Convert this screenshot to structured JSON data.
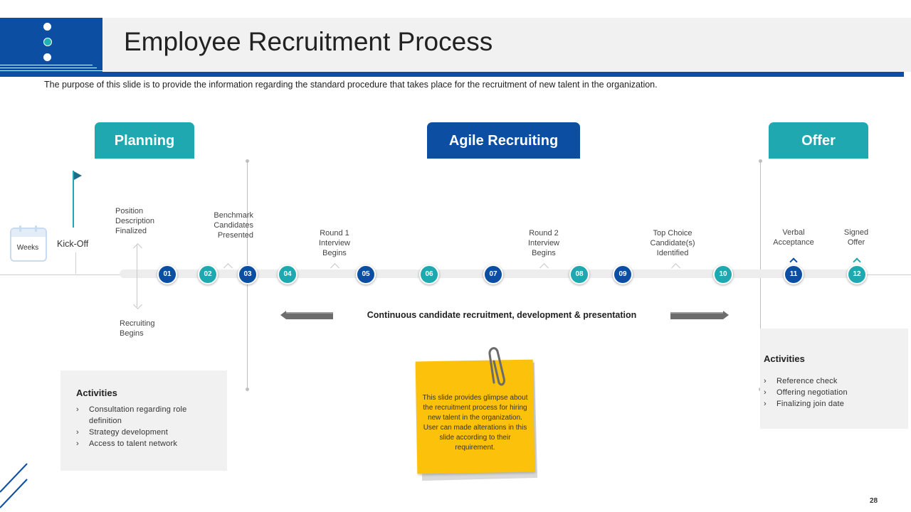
{
  "header": {
    "title": "Employee Recruitment Process",
    "subtitle": "The purpose of this slide is to provide the information regarding the standard procedure that takes place for the recruitment of new talent in the organization."
  },
  "phases": {
    "planning": "Planning",
    "agile": "Agile Recruiting",
    "offer": "Offer"
  },
  "start": {
    "calendar_label": "Weeks",
    "kickoff_label": "Kick-Off"
  },
  "nodes": [
    "01",
    "02",
    "03",
    "04",
    "05",
    "06",
    "07",
    "08",
    "09",
    "10",
    "11",
    "12"
  ],
  "milestones": {
    "position_description": "Position\nDescription\nFinalized",
    "recruiting_begins": "Recruiting\nBegins",
    "benchmark": "Benchmark\nCandidates\nPresented",
    "round1": "Round 1\nInterview\nBegins",
    "round2": "Round 2\nInterview\nBegins",
    "top_choice": "Top Choice\nCandidate(s)\nIdentified",
    "verbal": "Verbal\nAcceptance",
    "signed": "Signed\nOffer"
  },
  "continuous_label": "Continuous candidate recruitment, development & presentation",
  "planning_activities": {
    "heading": "Activities",
    "items": [
      "Consultation regarding role definition",
      "Strategy development",
      "Access to talent network"
    ]
  },
  "offer_activities": {
    "heading": "Activities",
    "items": [
      "Reference check",
      "Offering negotiation",
      "Finalizing join date"
    ]
  },
  "note": "This slide provides glimpse about the recruitment process for hiring new talent in the organization. User can made alterations in this slide according to their requirement.",
  "page_number": "28",
  "colors": {
    "blue": "#0b4ea2",
    "teal": "#1fa8b0",
    "note": "#fcc10a"
  }
}
